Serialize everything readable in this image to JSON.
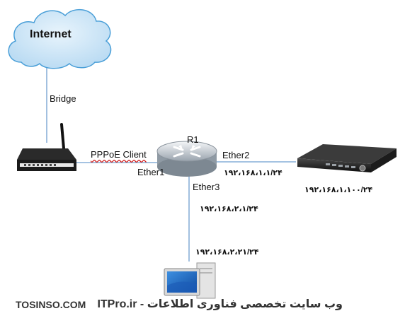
{
  "nodes": {
    "cloud": {
      "label": "Internet"
    },
    "router": {
      "label": "R1"
    },
    "dvr": {},
    "modem": {},
    "pc": {}
  },
  "links": {
    "bridge": "Bridge",
    "pppoe": "PPPoE Client",
    "ether1": "Ether1",
    "ether2": "Ether2",
    "ether3": "Ether3"
  },
  "addresses": {
    "ether2_ip": "۱۹۲،۱۶۸،۱،۱/۲۴",
    "dvr_ip": "۱۹۲،۱۶۸،۱،۱۰۰/۲۴",
    "ether3_ip": "۱۹۲،۱۶۸،۲،۱/۲۴",
    "pc_ip": "۱۹۲،۱۶۸،۲،۲۱/۲۴"
  },
  "watermark": {
    "left": "TOSINSO.COM",
    "right": "وب سایت تخصصی فناوری اطلاعات - ITPro.ir"
  },
  "colors": {
    "cloud_fill": "#cfe6f7",
    "cloud_stroke": "#4a9fd8",
    "line_blue": "#6f9fd0"
  }
}
